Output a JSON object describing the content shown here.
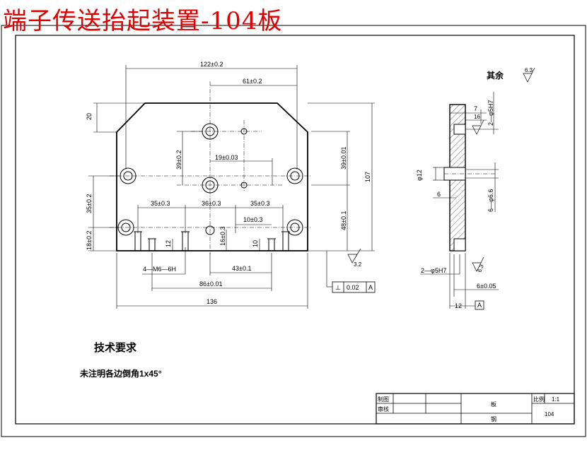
{
  "title": "端子传送抬起装置-104板",
  "front_view": {
    "dims": {
      "overall_top": "122±0.2",
      "right_top": "61±0.2",
      "chamfer_height": "20",
      "hole_v_39": "39±0.2",
      "hole_h_19": "19±0.03",
      "right_39": "39±0.01",
      "overall_height": "107",
      "left_35": "35±0.2",
      "left_18": "18±0.2",
      "row_35_left": "35±0.3",
      "row_36": "36±0.3",
      "row_35_right": "35±0.3",
      "gap_10": "10±0.3",
      "height_12": "12",
      "height_16": "16±0.3",
      "height_10": "10",
      "right_48": "48±0.1",
      "thread_note": "4—M6—6H",
      "bottom_43": "43±0.1",
      "bottom_86": "86±0.01",
      "overall_width": "136",
      "roughness": "3.2"
    },
    "tolerance_frame": {
      "symbol": "⊥",
      "value": "0.02",
      "datum": "A"
    }
  },
  "side_view": {
    "dims": {
      "top_7": "7",
      "top_16": "16",
      "hole_label_top": "2—φ5H7",
      "dia_12": "φ12",
      "depth_6": "6",
      "hole_66": "6—φ6.6",
      "hole_label_bottom": "2—φ5H7",
      "roughness_bottom": "6.3",
      "offset_6": "6±0.05",
      "thickness_12": "12",
      "datum": "A"
    }
  },
  "surface_finish": {
    "label": "其余",
    "value": "6.3"
  },
  "tech_req": {
    "heading": "技术要求",
    "note": "未注明各边倒角1x45°"
  },
  "title_block": {
    "drawn_label": "制图",
    "checked_label": "审核",
    "part_name": "板",
    "material": "钢",
    "scale_label": "比例",
    "scale_value": "1:1",
    "drawing_no": "104"
  }
}
